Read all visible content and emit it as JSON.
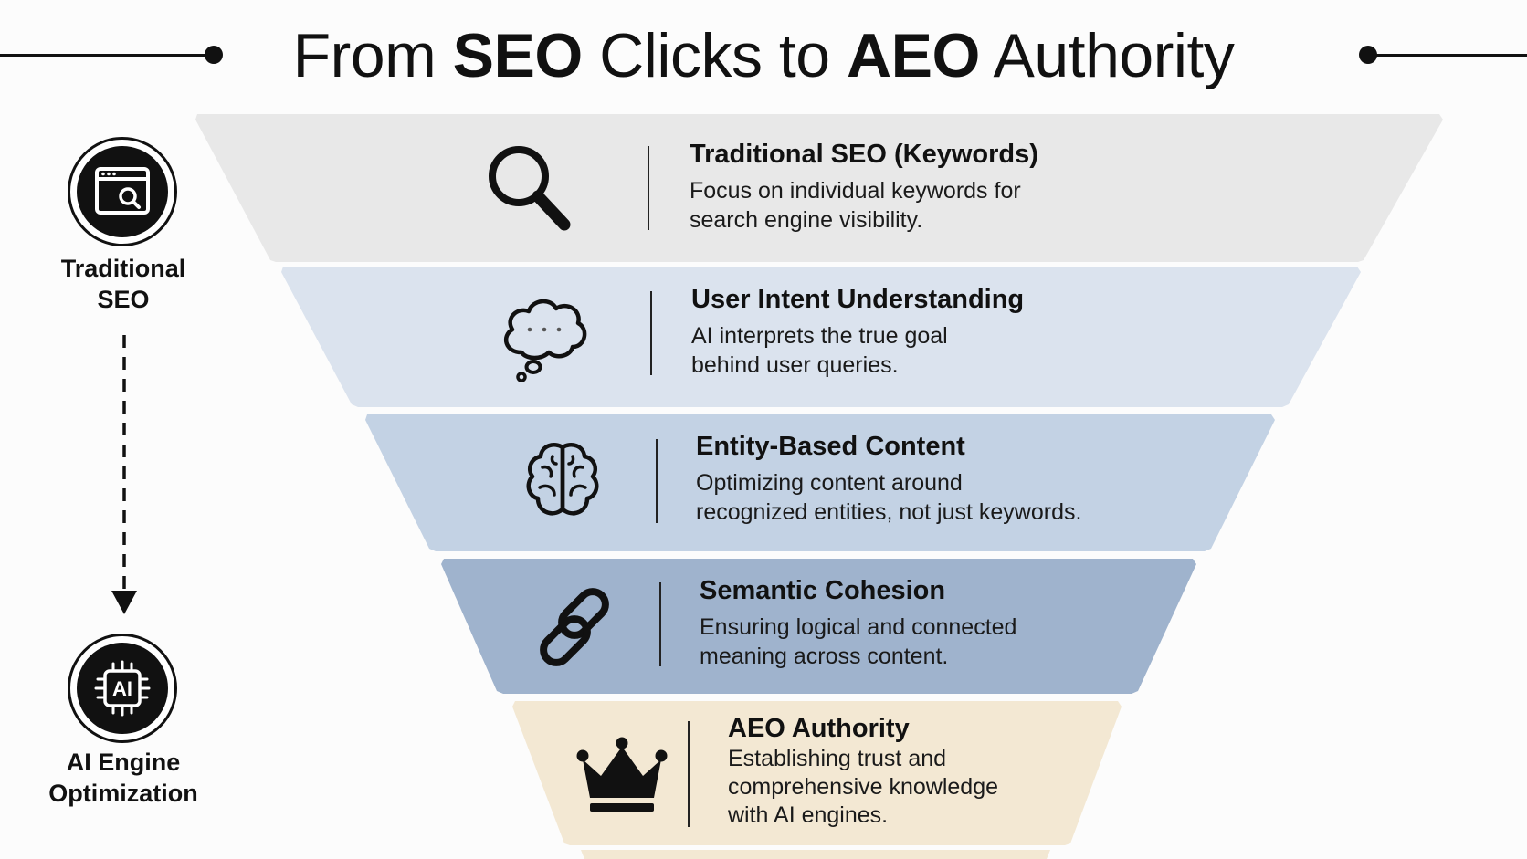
{
  "title": {
    "prefix": "From ",
    "strong1": "SEO",
    "middle": " Clicks to ",
    "strong2": "AEO",
    "suffix": " Authority"
  },
  "side": {
    "top_label_line1": "Traditional",
    "top_label_line2": "SEO",
    "bottom_label_line1": "AI Engine",
    "bottom_label_line2": "Optimization",
    "chip_text": "AI",
    "top_icon": "browser-search-icon",
    "bottom_icon": "ai-chip-icon"
  },
  "layers": [
    {
      "heading": "Traditional SEO (Keywords)",
      "desc_line1": "Focus on individual keywords for",
      "desc_line2": "search engine visibility.",
      "desc_line3": "",
      "icon": "magnifier-icon",
      "color": "#e8e8e8"
    },
    {
      "heading": "User Intent Understanding",
      "desc_line1": "AI interprets the true goal",
      "desc_line2": "behind user queries.",
      "desc_line3": "",
      "icon": "thought-bubble-icon",
      "color": "#dbe3ee"
    },
    {
      "heading": "Entity-Based Content",
      "desc_line1": "Optimizing content around",
      "desc_line2": "recognized entities, not just keywords.",
      "desc_line3": "",
      "icon": "brain-icon",
      "color": "#c3d2e4"
    },
    {
      "heading": "Semantic Cohesion",
      "desc_line1": "Ensuring logical and connected",
      "desc_line2": "meaning across content.",
      "desc_line3": "",
      "icon": "chain-link-icon",
      "color": "#9fb3cd"
    },
    {
      "heading": "AEO Authority",
      "desc_line1": "Establishing trust and",
      "desc_line2": "comprehensive knowledge",
      "desc_line3": "with AI engines.",
      "icon": "crown-icon",
      "color": "#f3e8d3"
    }
  ]
}
